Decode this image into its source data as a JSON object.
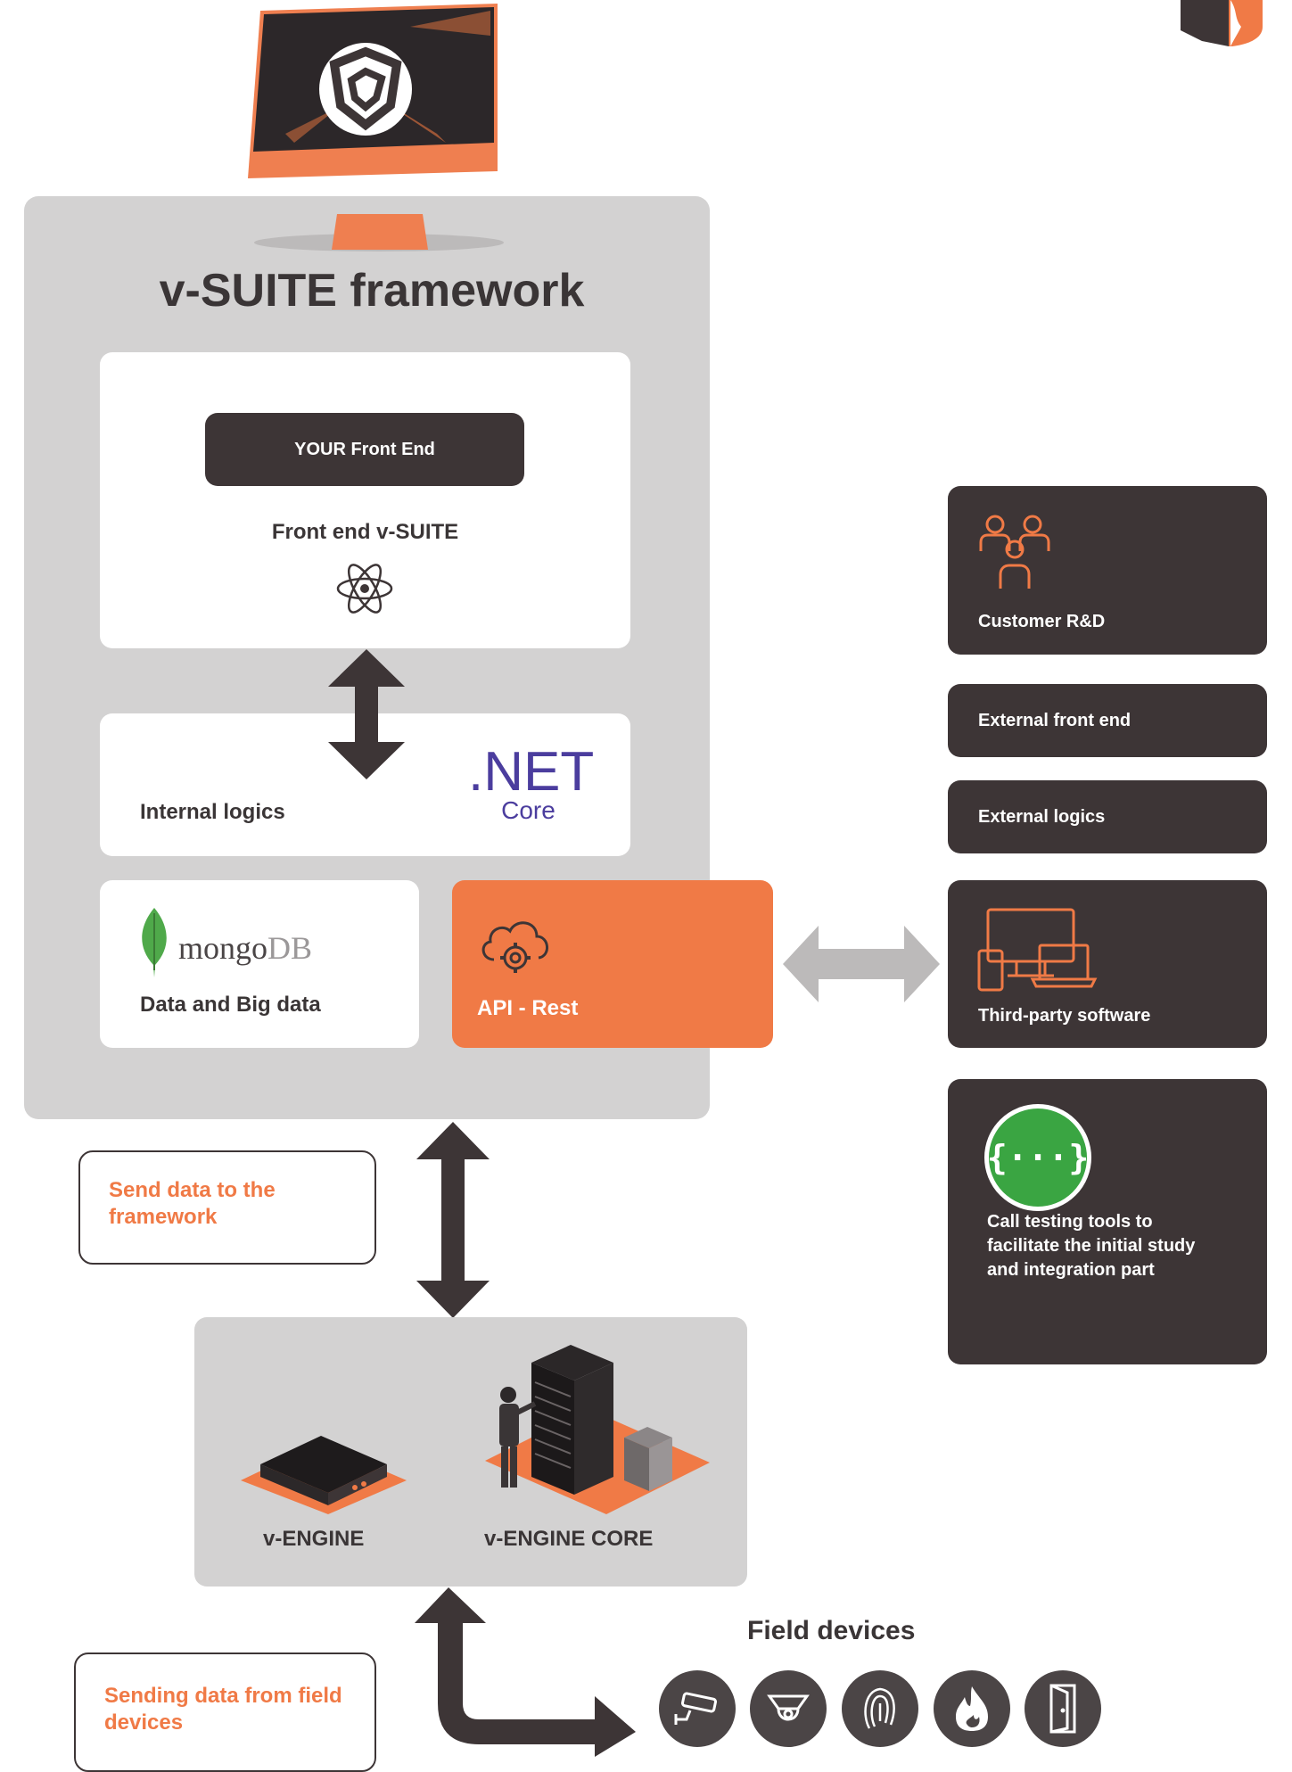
{
  "framework": {
    "title": "v-SUITE framework",
    "your_front_end": "YOUR Front End",
    "front_end_label": "Front end v-SUITE",
    "net_label": ".NET",
    "net_sub": "Core",
    "internal_logics": "Internal logics",
    "mongo_wordmark_a": "mongo",
    "mongo_wordmark_b": "DB",
    "data_label": "Data and Big data",
    "api_label": "API - Rest"
  },
  "notes": {
    "send_data": "Send data to the framework",
    "sending_field": "Sending data from field devices"
  },
  "engine": {
    "v_engine": "v-ENGINE",
    "v_engine_core": "v-ENGINE CORE"
  },
  "field_devices": {
    "title": "Field devices",
    "icons": [
      "camera-icon",
      "dome-camera-icon",
      "fingerprint-icon",
      "fire-icon",
      "door-icon"
    ]
  },
  "right_panel": {
    "customer_rd": "Customer R&D",
    "external_front_end": "External front end",
    "external_logics": "External logics",
    "third_party": "Third-party software",
    "testing_tools": "Call testing tools to facilitate the initial study and integration part",
    "swagger_glyph": "{···}"
  },
  "colors": {
    "orange": "#f07a46",
    "dark": "#3d3536",
    "gray_panel": "#d3d2d2",
    "net_blue": "#4b3d9e",
    "swagger_green": "#3aa542"
  }
}
